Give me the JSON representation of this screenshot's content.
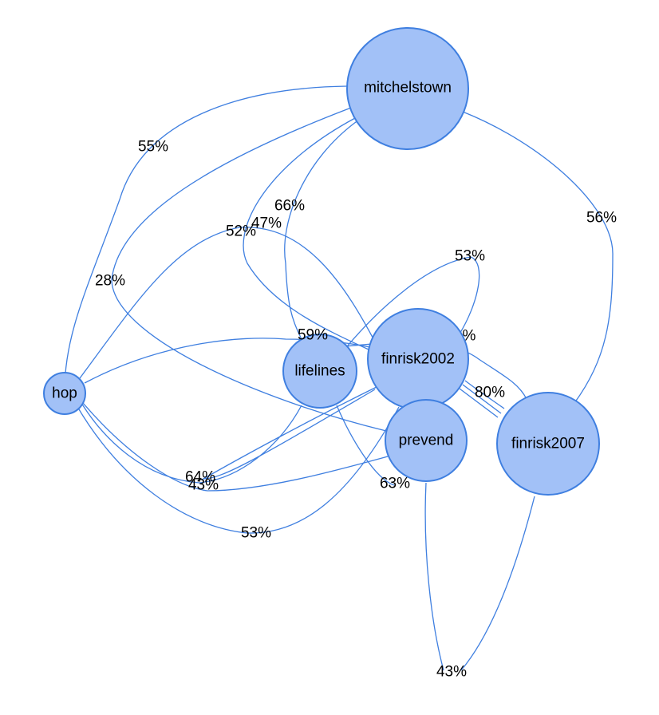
{
  "nodes": {
    "mitchelstown": "mitchelstown",
    "hop": "hop",
    "lifelines": "lifelines",
    "finrisk2002": "finrisk2002",
    "prevend": "prevend",
    "finrisk2007": "finrisk2007"
  },
  "edge_labels": {
    "mitchelstown_hop": "55%",
    "mitchelstown_finrisk2007": "56%",
    "mitchelstown_prevend": "28%",
    "mitchelstown_lifelines": "66%",
    "mitchelstown_finrisk2002": "52%",
    "hop_finrisk2002": "47%",
    "lifelines_finrisk2007": "53%",
    "hop_lifelines": "59%",
    "lifelines_prevend": "63%",
    "hop_prevend": "64%",
    "lifelines_hop_lower": "43%",
    "finrisk2002_finrisk2007": "80%",
    "hop_finrisk2002_lower": "53%",
    "prevend_finrisk2007": "43%",
    "finrisk2002_lifelines_hidden": "%"
  }
}
